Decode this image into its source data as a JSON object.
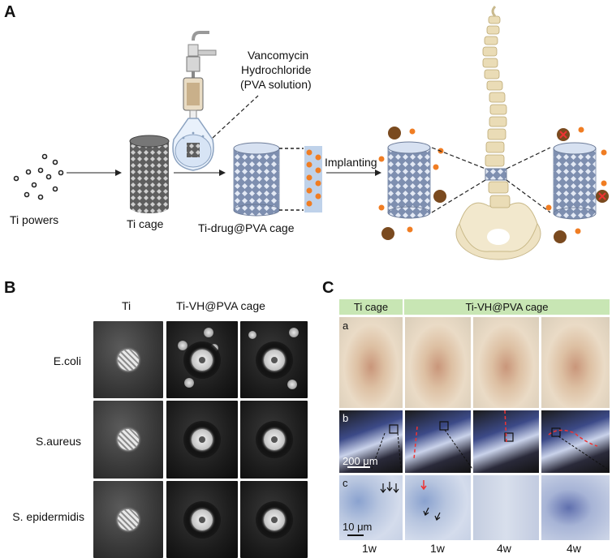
{
  "panels": {
    "a": "A",
    "b": "B",
    "c": "C"
  },
  "panel_a": {
    "ti_powders": "Ti powers",
    "ti_cage": "Ti cage",
    "drug_line1": "Vancomycin",
    "drug_line2": "Hydrochloride",
    "drug_line3": "(PVA solution)",
    "ti_drug_cage": "Ti-drug@PVA cage",
    "implanting": "Implanting"
  },
  "panel_b": {
    "col_ti": "Ti",
    "col_vh": "Ti-VH@PVA cage",
    "rows": [
      "E.coli",
      "S.aureus",
      "S. epidermidis"
    ]
  },
  "panel_c": {
    "hdr_ti": "Ti cage",
    "hdr_vh": "Ti-VH@PVA cage",
    "row_a": "a",
    "row_b": "b",
    "row_c": "c",
    "scale_b": "200 μm",
    "scale_c": "10 μm",
    "times": [
      "1w",
      "1w",
      "4w",
      "4w"
    ]
  },
  "colors": {
    "orange": "#f07d23",
    "brown": "#7a4a1f",
    "cage_blue": "#c7d5ec",
    "header_green": "#c8e6b4"
  }
}
